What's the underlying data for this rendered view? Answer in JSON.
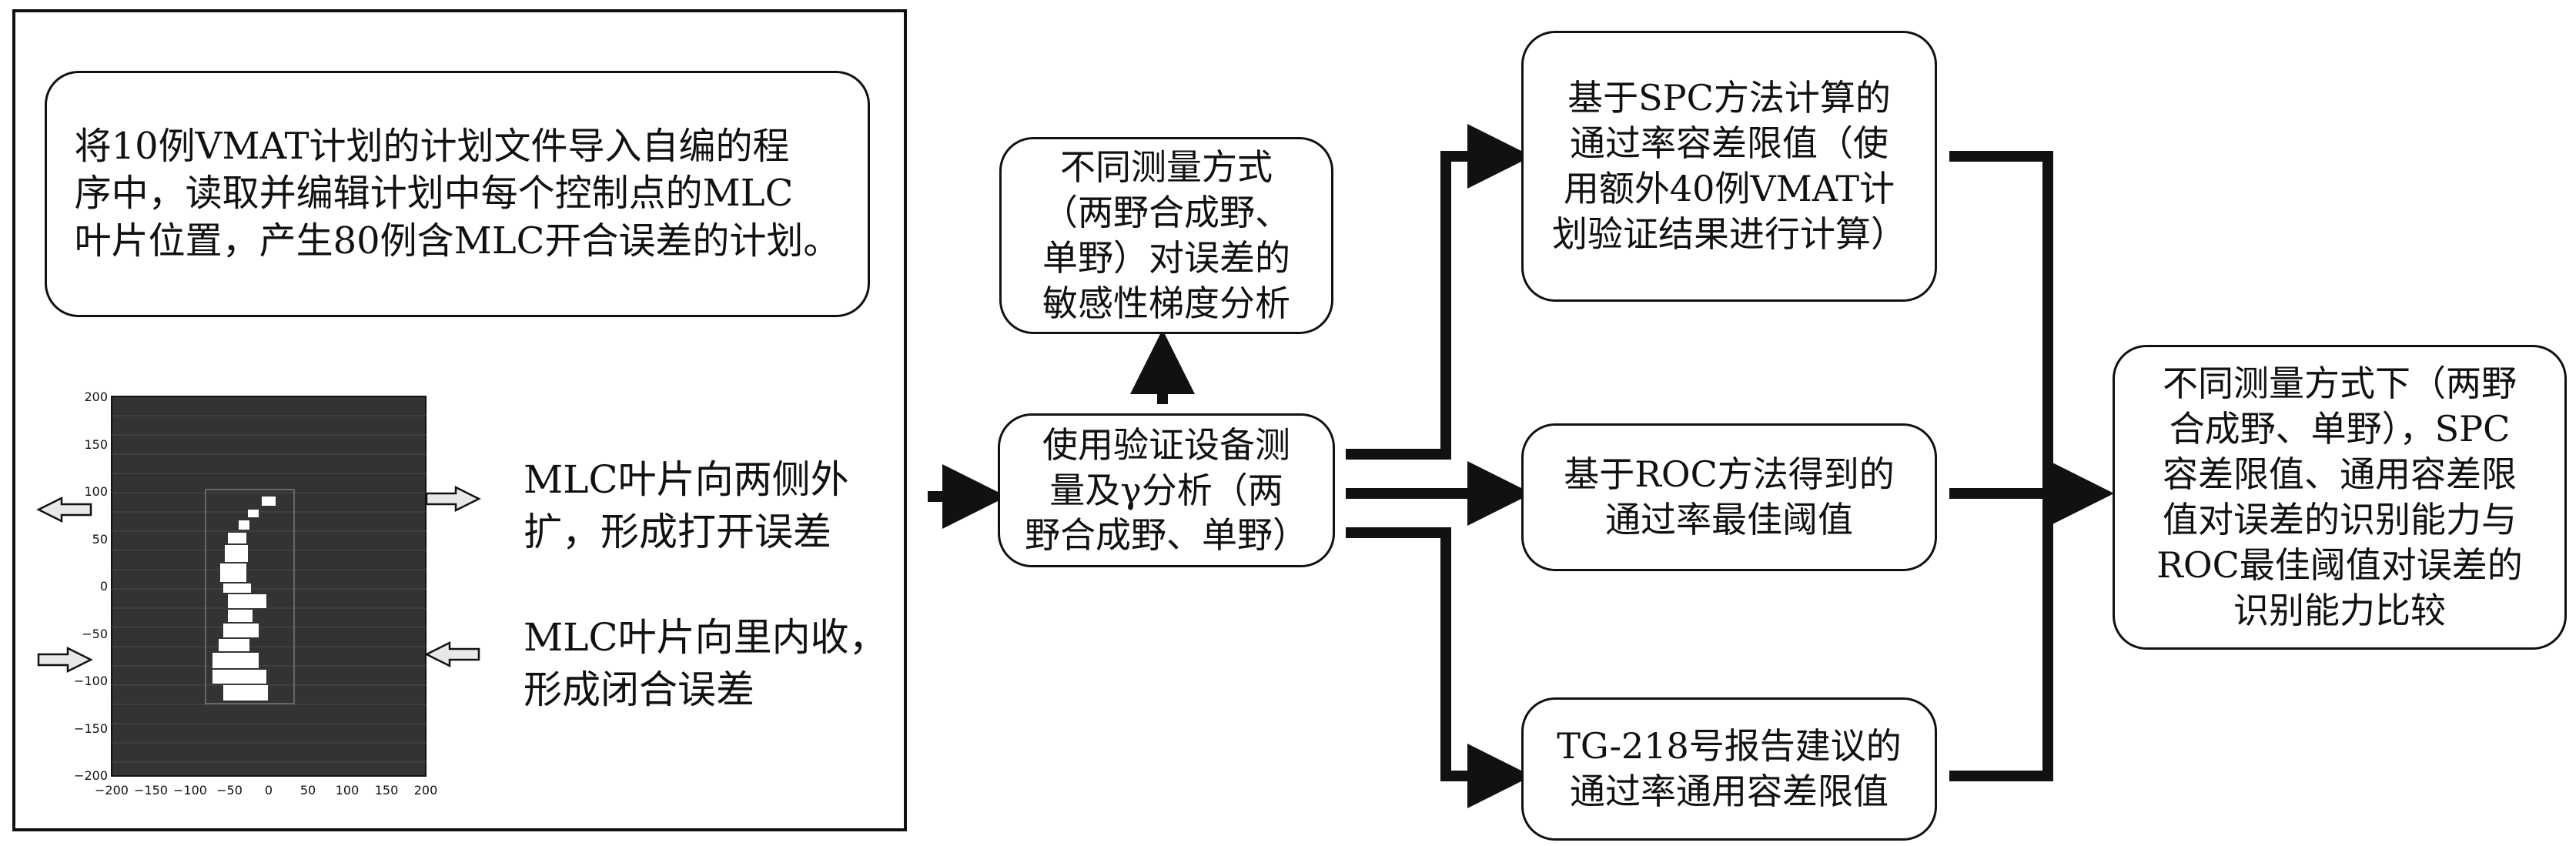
{
  "left_panel": {
    "intro_text": "将10例VMAT计划的计划文件导入自编的程\n序中，读取并编辑计划中每个控制点的MLC\n叶片位置，产生80例含MLC开合误差的计划。",
    "plot": {
      "x_ticks": [
        "−200",
        "−150",
        "−100",
        "−50",
        "0",
        "50",
        "100",
        "150",
        "200"
      ],
      "y_ticks": [
        "200",
        "150",
        "100",
        "50",
        "0",
        "−50",
        "−100",
        "−150",
        "−200"
      ]
    },
    "caption_open": "MLC叶片向两侧外\n扩，形成打开误差",
    "caption_close": "MLC叶片向里内收，\n形成闭合误差"
  },
  "flow": {
    "measure": "使用验证设备测\n量及γ分析（两\n野合成野、单野）",
    "sensitivity": "不同测量方式\n（两野合成野、\n单野）对误差的\n敏感性梯度分析",
    "spc": "基于SPC方法计算的\n通过率容差限值（使\n用额外40例VMAT计\n划验证结果进行计算）",
    "roc": "基于ROC方法得到的\n通过率最佳阈值",
    "tg218": "TG-218号报告建议的\n通过率通用容差限值",
    "compare": "不同测量方式下（两野\n合成野、单野），SPC\n容差限值、通用容差限\n值对误差的识别能力与\nROC最佳阈值对误差的\n识别能力比较"
  }
}
